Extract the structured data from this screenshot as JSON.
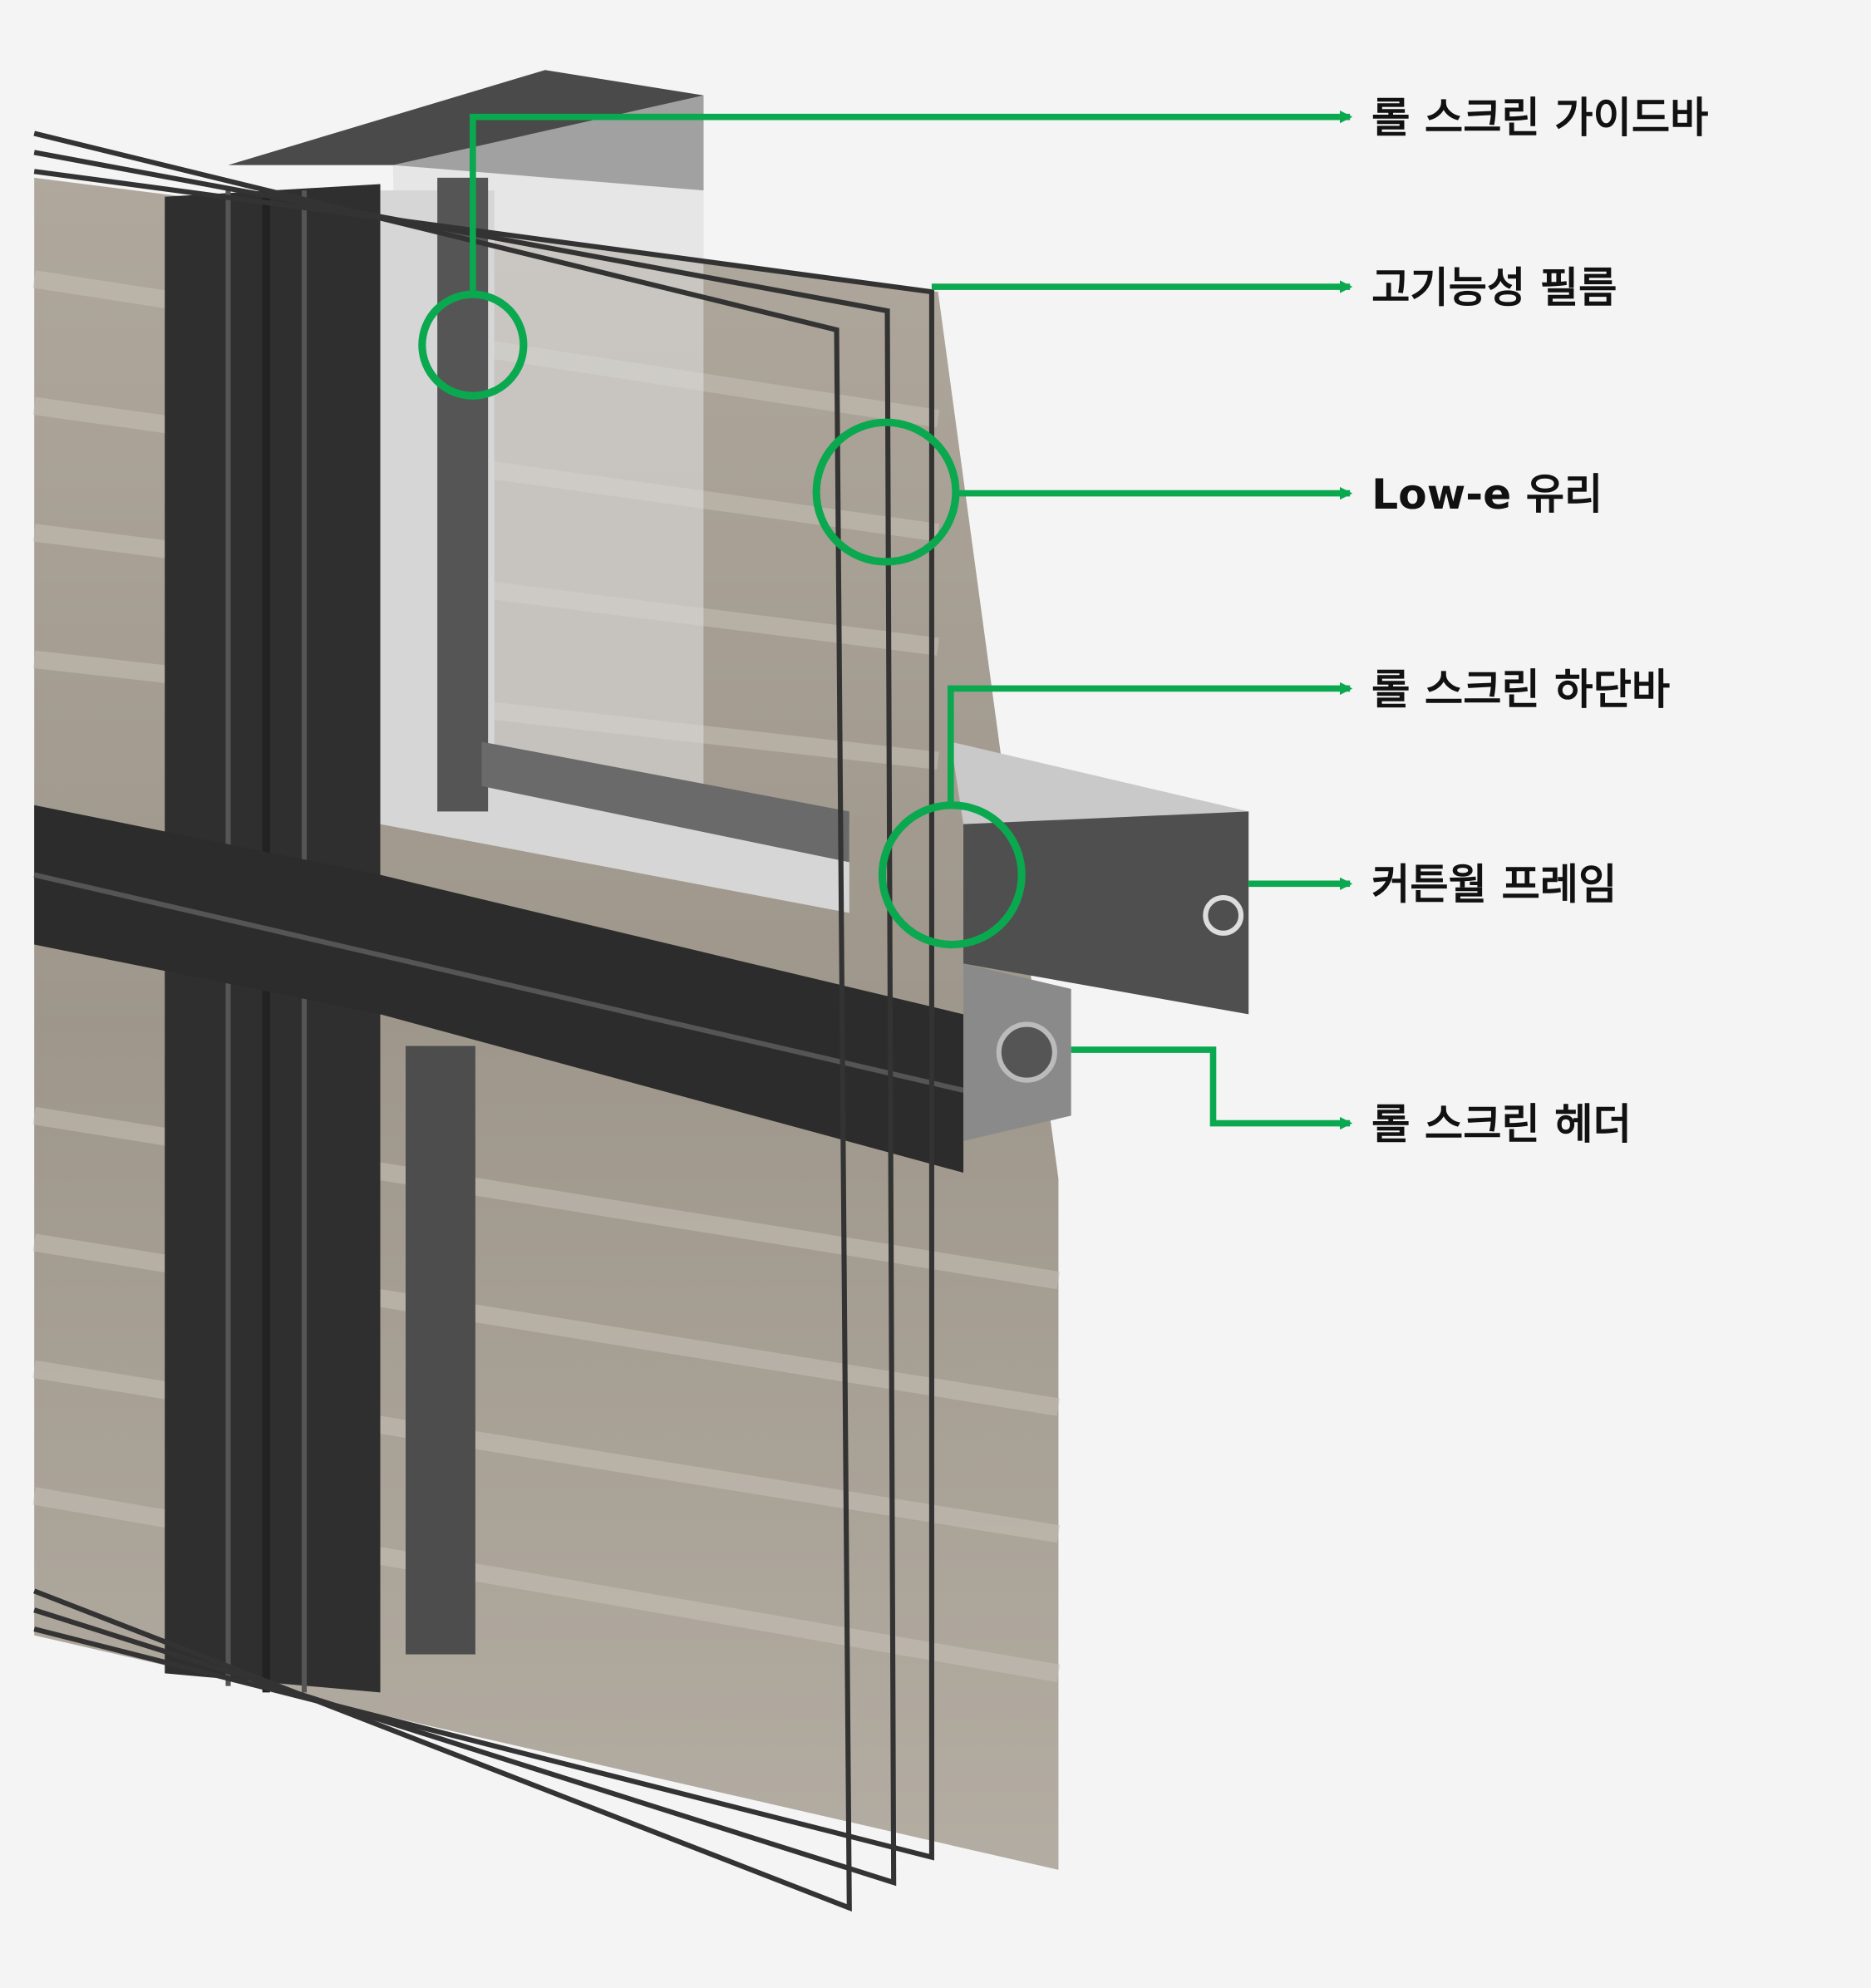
{
  "diagram": {
    "accent_color": "#0aa84f",
    "labels": [
      {
        "id": "guide-bar",
        "text": "롤 스크린 가이드바"
      },
      {
        "id": "film",
        "text": "고기능성 필름"
      },
      {
        "id": "low-e",
        "text": "Low-e 유리"
      },
      {
        "id": "bottom-bar",
        "text": "롤 스크린 하단바"
      },
      {
        "id": "frame",
        "text": "커튼월 프레임"
      },
      {
        "id": "header",
        "text": "롤 스크린 헤더"
      }
    ]
  }
}
